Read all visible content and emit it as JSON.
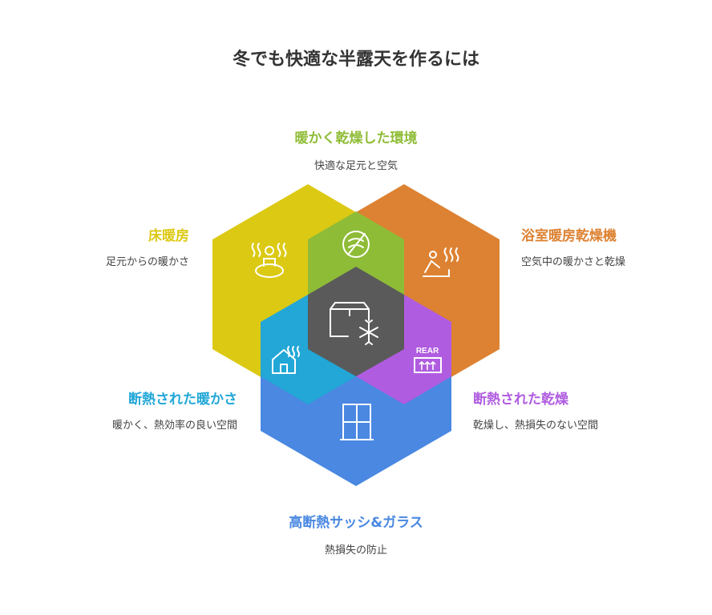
{
  "title": "冬でも快適な半露天を作るには",
  "sections": {
    "top": {
      "label": "暖かく乾燥した環境",
      "desc": "快適な足元と空気",
      "color": "#8fbc37"
    },
    "left": {
      "label": "床暖房",
      "desc": "足元からの暖かさ",
      "color": "#dcc914"
    },
    "right": {
      "label": "浴室暖房乾燥機",
      "desc": "空気中の暖かさと乾燥",
      "color": "#dd8232"
    },
    "lower_left": {
      "label": "断熱された暖かさ",
      "desc": "暖かく、熱効率の良い空間",
      "color": "#22a7d7"
    },
    "lower_right": {
      "label": "断熱された乾燥",
      "desc": "乾燥し、熱損失のない空間",
      "color": "#b05ce0"
    },
    "bottom": {
      "label": "高断熱サッシ&ガラス",
      "desc": "熱損失の防止",
      "color": "#4a88e2"
    }
  },
  "center": {
    "color": "#5a5a5a"
  },
  "icons": {
    "heater_badge": "REAR",
    "top": "no-moisture-icon",
    "left": "heated-person-icon",
    "right": "bath-warm-icon",
    "lower_left": "heated-house-icon",
    "lower_right": "floor-heater-icon",
    "bottom": "window-icon",
    "center": "box-snowflake-icon"
  }
}
